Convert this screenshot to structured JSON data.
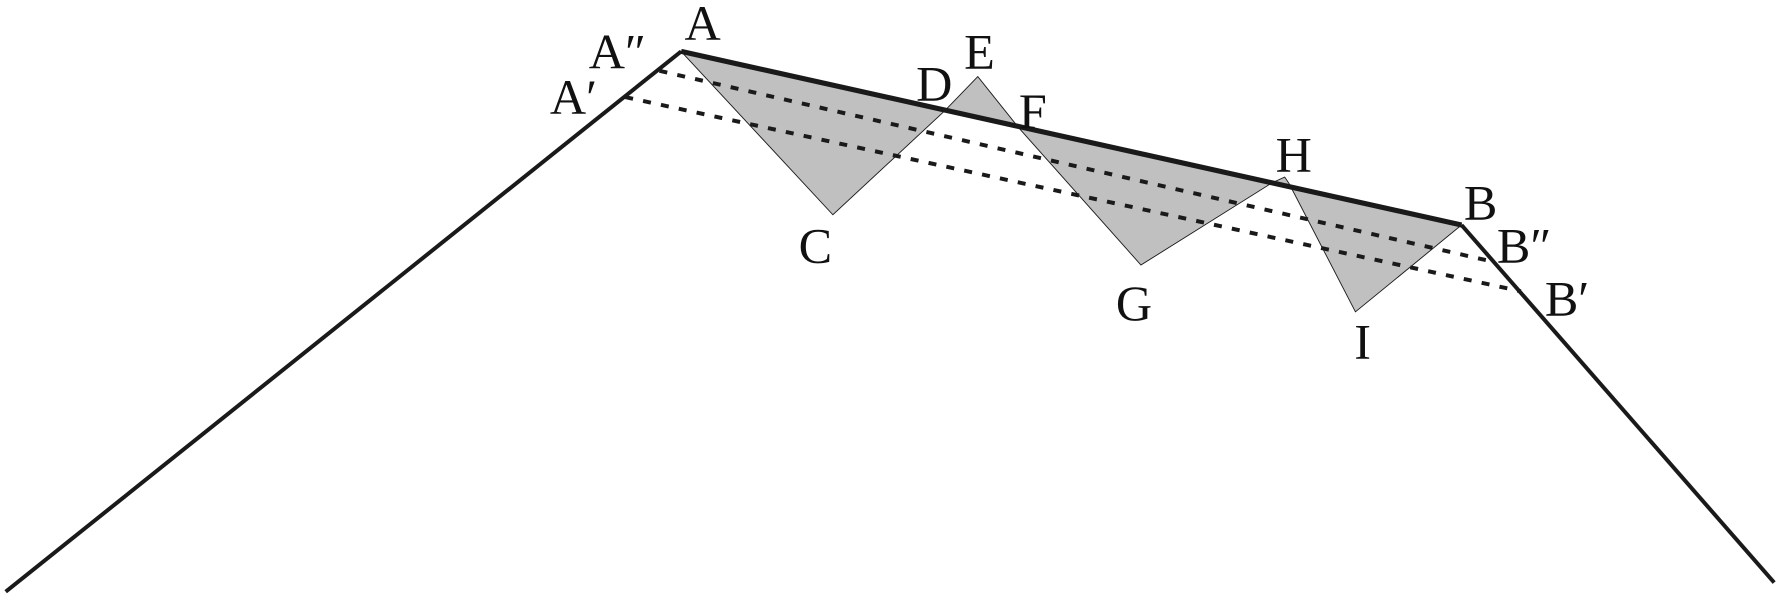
{
  "diagram": {
    "colors": {
      "line": "#1a1a1a",
      "shade": "#c0c0c0",
      "background": "#ffffff"
    },
    "labels": {
      "A": "A",
      "A_double_prime": "A″",
      "A_prime": "A′",
      "B": "B",
      "B_double_prime": "B″",
      "B_prime": "B′",
      "C": "C",
      "D": "D",
      "E": "E",
      "F": "F",
      "G": "G",
      "H": "H",
      "I": "I"
    }
  }
}
